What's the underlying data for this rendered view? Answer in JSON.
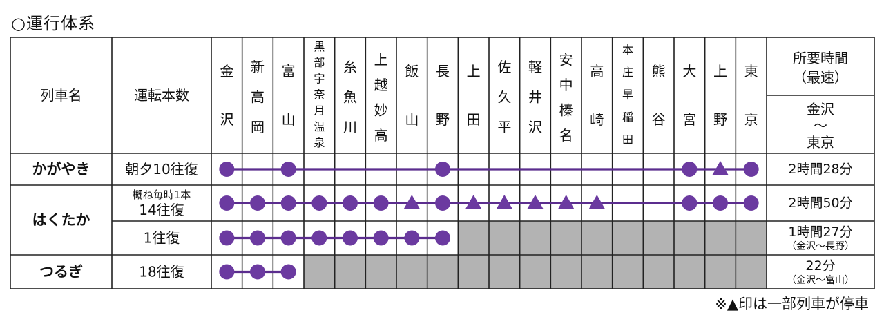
{
  "title": "○運行体系",
  "header": {
    "train_name": "列車名",
    "frequency": "運転本数",
    "time_title_line1": "所要時間",
    "time_title_line2": "（最速）",
    "time_route_from": "金沢",
    "time_route_tilde": "～",
    "time_route_to": "東京"
  },
  "stations": [
    {
      "name": "金沢"
    },
    {
      "name": "新高岡"
    },
    {
      "name": "富山"
    },
    {
      "name": "黒部宇奈月温泉"
    },
    {
      "name": "糸魚川"
    },
    {
      "name": "上越妙高"
    },
    {
      "name": "飯山"
    },
    {
      "name": "長野"
    },
    {
      "name": "上田"
    },
    {
      "name": "佐久平"
    },
    {
      "name": "軽井沢"
    },
    {
      "name": "安中榛名"
    },
    {
      "name": "高崎"
    },
    {
      "name": "本庄早稲田"
    },
    {
      "name": "熊谷"
    },
    {
      "name": "大宮"
    },
    {
      "name": "上野"
    },
    {
      "name": "東京"
    }
  ],
  "trains": [
    {
      "name": "かがやき"
    },
    {
      "name": "はくたか"
    },
    {
      "name": "つるぎ"
    }
  ],
  "services": [
    {
      "train_index": 0,
      "frequency": [
        "朝夕10往復"
      ],
      "stops": [
        "circle",
        "none",
        "circle",
        "none",
        "none",
        "none",
        "none",
        "circle",
        "none",
        "none",
        "none",
        "none",
        "none",
        "none",
        "none",
        "circle",
        "triangle",
        "circle"
      ],
      "time": "2時間28分",
      "time_note": ""
    },
    {
      "train_index": 1,
      "frequency": [
        "概ね毎時1本",
        "14往復"
      ],
      "stops": [
        "circle",
        "circle",
        "circle",
        "circle",
        "circle",
        "circle",
        "triangle",
        "circle",
        "triangle",
        "triangle",
        "triangle",
        "triangle",
        "triangle",
        "none",
        "none",
        "circle",
        "circle",
        "circle"
      ],
      "time": "2時間50分",
      "time_note": ""
    },
    {
      "train_index": 1,
      "frequency": [
        "1往復"
      ],
      "stops": [
        "circle",
        "circle",
        "circle",
        "circle",
        "circle",
        "circle",
        "circle",
        "circle",
        "grey",
        "grey",
        "grey",
        "grey",
        "grey",
        "grey",
        "grey",
        "grey",
        "grey",
        "grey"
      ],
      "time": "1時間27分",
      "time_note": "（金沢～長野）"
    },
    {
      "train_index": 2,
      "frequency": [
        "18往復"
      ],
      "stops": [
        "circle",
        "circle",
        "circle",
        "grey",
        "grey",
        "grey",
        "grey",
        "grey",
        "grey",
        "grey",
        "grey",
        "grey",
        "grey",
        "grey",
        "grey",
        "grey",
        "grey",
        "grey"
      ],
      "time": "22分",
      "time_note": "（金沢～富山）"
    }
  ],
  "note": "※▲印は一部列車が停車",
  "colors": {
    "line": "#5b2d8e",
    "marker": "#6b3aa0",
    "grey_cell": "#b3b3b3",
    "border": "#222222"
  }
}
